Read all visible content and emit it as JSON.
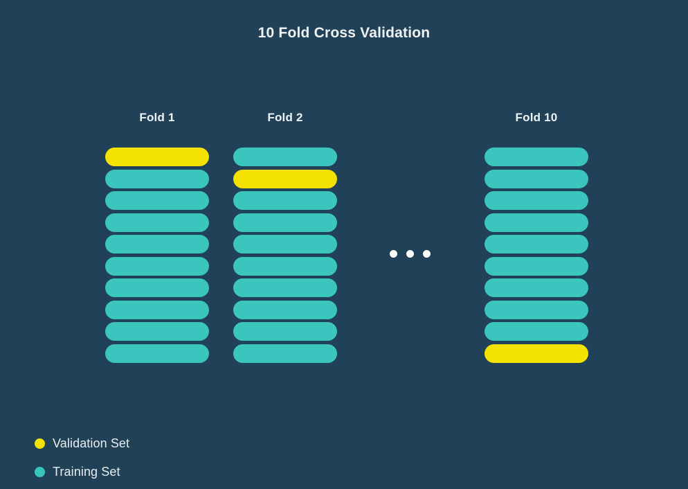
{
  "figure": {
    "title": "10 Fold Cross Validation",
    "background_color": "#214158",
    "title_color": "#eef3f6"
  },
  "chart_data": {
    "type": "diagram",
    "title": "10 Fold Cross Validation",
    "xlabel": "",
    "ylabel": "",
    "categories": [
      "Fold 1",
      "Fold 2",
      "Fold 10"
    ],
    "n_folds_total": 10,
    "blocks_per_fold": 10,
    "series": [
      {
        "name": "Fold 1",
        "validation_block_index": 1,
        "values": [
          "validation",
          "training",
          "training",
          "training",
          "training",
          "training",
          "training",
          "training",
          "training",
          "training"
        ]
      },
      {
        "name": "Fold 2",
        "validation_block_index": 2,
        "values": [
          "training",
          "validation",
          "training",
          "training",
          "training",
          "training",
          "training",
          "training",
          "training",
          "training"
        ]
      },
      {
        "name": "Fold 10",
        "validation_block_index": 10,
        "values": [
          "training",
          "training",
          "training",
          "training",
          "training",
          "training",
          "training",
          "training",
          "training",
          "validation"
        ]
      }
    ],
    "colors": {
      "validation": "#f4e300",
      "training": "#3ac6be",
      "background": "#214158"
    },
    "legend": {
      "position": "bottom-left",
      "entries": [
        {
          "label": "Validation Set",
          "color": "#f4e300"
        },
        {
          "label": "Training Set",
          "color": "#3ac6be"
        }
      ]
    },
    "annotations": [
      {
        "type": "ellipsis",
        "text": "...",
        "meaning": "folds 3 through 9 omitted"
      }
    ],
    "grid": false
  },
  "columns": [
    {
      "header": "Fold 1",
      "bars": [
        "validation",
        "training",
        "training",
        "training",
        "training",
        "training",
        "training",
        "training",
        "training",
        "training"
      ]
    },
    {
      "header": "Fold 2",
      "bars": [
        "training",
        "validation",
        "training",
        "training",
        "training",
        "training",
        "training",
        "training",
        "training",
        "training"
      ]
    },
    {
      "header": "Fold 10",
      "bars": [
        "training",
        "training",
        "training",
        "training",
        "training",
        "training",
        "training",
        "training",
        "training",
        "validation"
      ]
    }
  ],
  "ellipsis": {
    "dot_count": 3,
    "color": "#ffffff"
  },
  "legend": {
    "entries": [
      {
        "label": "Validation Set",
        "kind": "validation"
      },
      {
        "label": "Training Set",
        "kind": "training"
      }
    ]
  }
}
